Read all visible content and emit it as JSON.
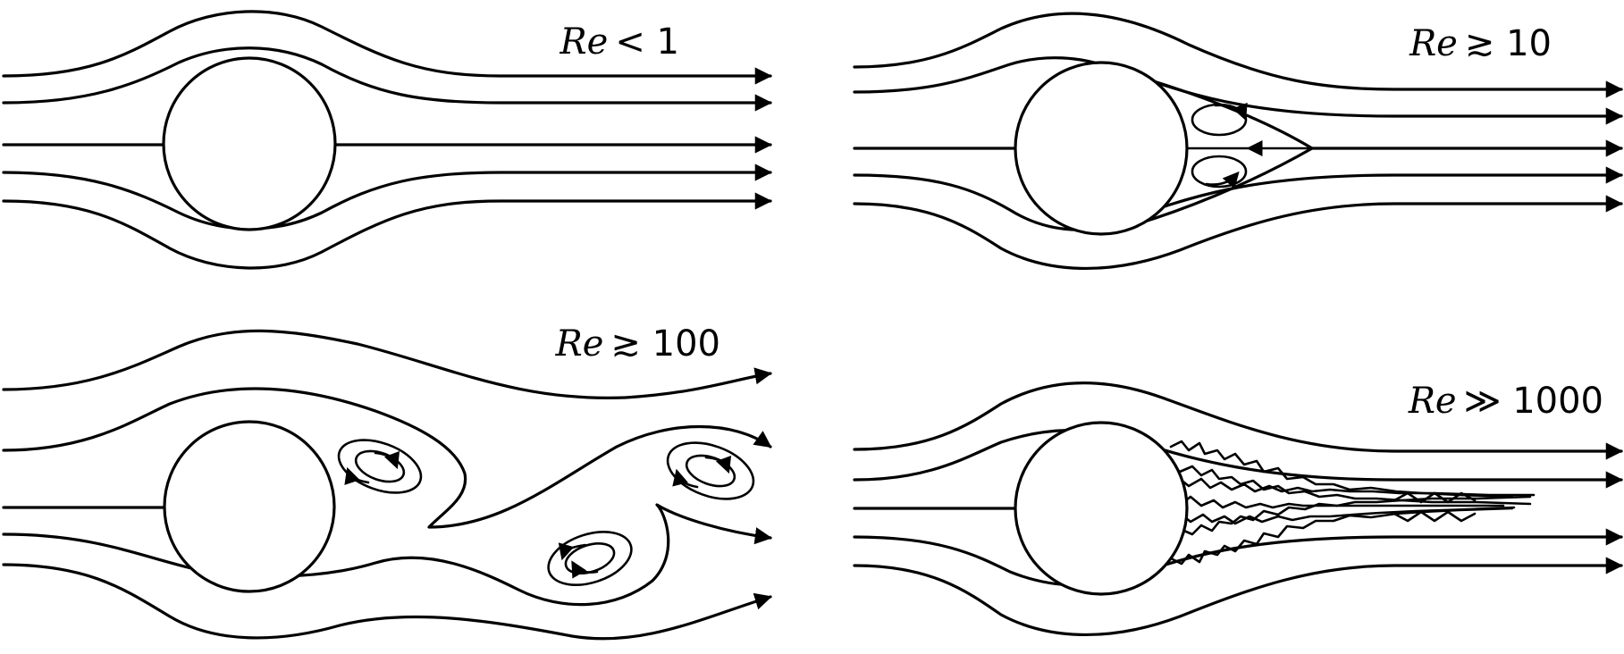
{
  "panels": [
    {
      "id": "creeping",
      "label_var": "Re",
      "label_rel": "< 1"
    },
    {
      "id": "separated",
      "label_var": "Re",
      "label_rel": "≳ 10"
    },
    {
      "id": "vortex-street",
      "label_var": "Re",
      "label_rel": "≳ 100"
    },
    {
      "id": "turbulent",
      "label_var": "Re",
      "label_rel": "≫ 1000"
    }
  ],
  "style": {
    "line_color": "#000000",
    "background": "#ffffff"
  }
}
